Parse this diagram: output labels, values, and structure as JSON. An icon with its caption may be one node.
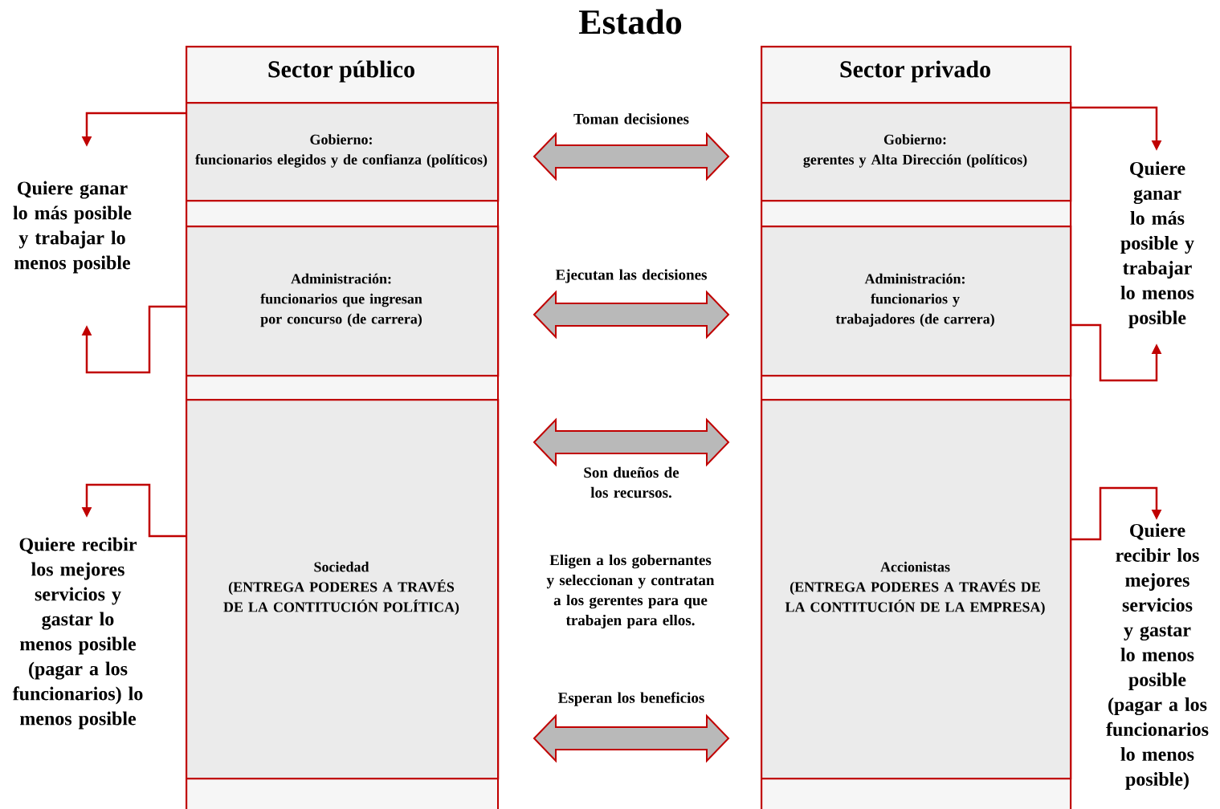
{
  "diagram": {
    "title": "Estado",
    "nodes": [
      {
        "text": [
          "Sector público"
        ]
      },
      {
        "text": [
          "Gobierno:",
          "funcionarios elegidos y de confianza (políticos)"
        ],
        "in": 0
      },
      {
        "text": [
          "Administración:",
          "funcionarios que ingresan por concurso (de carrera)"
        ],
        "in": 0
      },
      {
        "text": [
          "Sociedad",
          "(ENTREGA PODERES A TRAVÉS DE LA CONTITUCIÓN POLÍTICA)"
        ],
        "in": 0
      },
      {
        "text": [
          "Sector privado"
        ]
      },
      {
        "text": [
          "Gobierno:",
          "gerentes y Alta Dirección (políticos)"
        ],
        "in": 4
      },
      {
        "text": [
          "Administración:",
          "funcionarios y trabajadores (de carrera)"
        ],
        "in": 4
      },
      {
        "text": [
          "Accionistas",
          "(ENTREGA PODERES A TRAVÉS DE LA CONTITUCIÓN DE LA EMPRESA)"
        ],
        "in": 4
      },
      {
        "text": [
          "Quiere ganar lo más posible y trabajar lo menos posible"
        ]
      },
      {
        "text": [
          "Quiere recibir los mejores servicios y gastar lo menos posible (pagar a los funcionarios) lo menos posible"
        ]
      },
      {
        "text": [
          "Quiere ganar lo más posible y trabajar lo menos posible"
        ]
      },
      {
        "text": [
          "Quiere recibir los mejores servicios y gastar lo menos posible (pagar a los funcionarios lo menos posible)"
        ]
      }
    ],
    "edges": [
      {
        "from": 1,
        "to": 5,
        "arrow": "both",
        "label": "Toman decisiones",
        "style": "thick"
      },
      {
        "from": 2,
        "to": 6,
        "arrow": "both",
        "label": "Ejecutan las decisiones",
        "style": "thick"
      },
      {
        "from": 3,
        "to": 7,
        "arrow": "both",
        "label": "Son dueños de los recursos.",
        "style": "thick"
      },
      {
        "from": 3,
        "to": 7,
        "arrow": "both",
        "label": "Esperan los beneficios",
        "style": "thick"
      },
      {
        "from": 1,
        "to": 8,
        "arrow": "to"
      },
      {
        "from": 2,
        "to": 8,
        "arrow": "to"
      },
      {
        "from": 3,
        "to": 9,
        "arrow": "to"
      },
      {
        "from": 5,
        "to": 10,
        "arrow": "to"
      },
      {
        "from": 6,
        "to": 10,
        "arrow": "to"
      },
      {
        "from": 7,
        "to": 11,
        "arrow": "to"
      }
    ],
    "labels": [
      "Eligen a los gobernantes y seleccionan y contratan a los gerentes para que trabajen para ellos."
    ]
  }
}
